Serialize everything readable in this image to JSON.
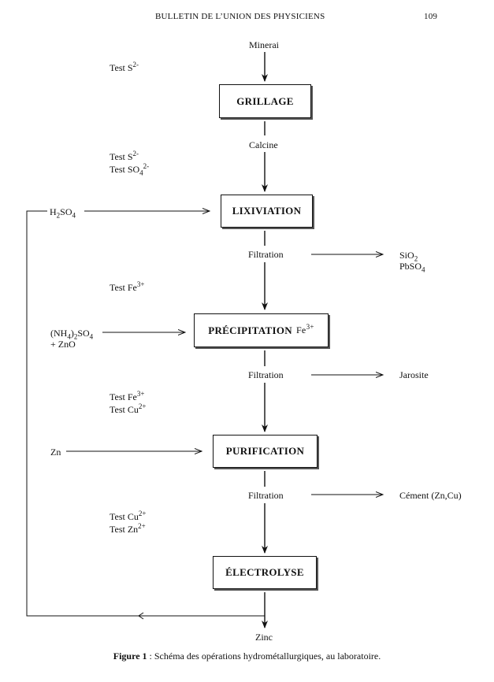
{
  "header": {
    "title": "BULLETIN DE L’UNION DES PHYSICIENS",
    "page": "109"
  },
  "flow": {
    "start": "Minerai",
    "calcine": "Calcine",
    "end": "Zinc",
    "filtration": "Filtration"
  },
  "boxes": {
    "grillage": "GRILLAGE",
    "lixiviation": "LIXIVIATION",
    "precipitation": "PRÉCIPITATION",
    "precipitation_ion": "Fe",
    "precipitation_ion_charge": "3+",
    "purification": "PURIFICATION",
    "electrolyse": "ÉLECTROLYSE"
  },
  "inputs": {
    "h2so4": {
      "a": "H",
      "a_sub": "2",
      "b": "SO",
      "b_sub": "4"
    },
    "nh4": {
      "a": "(NH",
      "a_sub": "4",
      "b": ")",
      "b_sub": "2",
      "c": "SO",
      "c_sub": "4",
      "line2": "+ ZnO"
    },
    "zn": "Zn"
  },
  "outputs": {
    "sio2": {
      "a": "SiO",
      "a_sub": "2"
    },
    "pbso4": {
      "a": "PbSO",
      "a_sub": "4"
    },
    "jarosite": "Jarosite",
    "cement": "Cément (Zn,Cu)"
  },
  "tests": {
    "test_word": "Test",
    "s": "S",
    "s_charge": "2-",
    "so4": "SO",
    "so4_sub": "4",
    "so4_charge": "2-",
    "fe": "Fe",
    "fe_charge": "3+",
    "cu": "Cu",
    "cu_charge": "2+",
    "zn": "Zn",
    "zn_charge": "2+"
  },
  "caption": {
    "label": "Figure 1",
    "text": " : Schéma des opérations hydrométallurgiques, au laboratoire."
  }
}
